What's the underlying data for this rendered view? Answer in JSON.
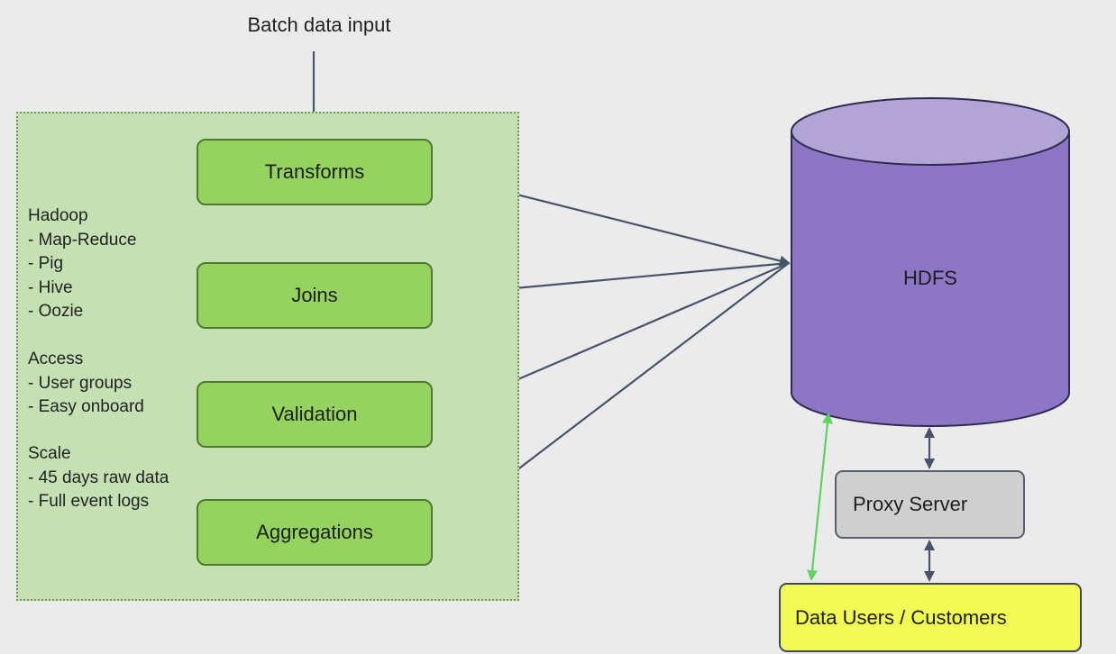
{
  "title": "Batch data input",
  "processes": {
    "transforms": "Transforms",
    "joins": "Joins",
    "validation": "Validation",
    "aggregations": "Aggregations"
  },
  "notes": {
    "hadoop": [
      "Hadoop",
      "- Map-Reduce",
      "- Pig",
      "- Hive",
      "- Oozie"
    ],
    "access": [
      "Access",
      "- User groups",
      "- Easy onboard"
    ],
    "scale": [
      "Scale",
      "- 45 days raw data",
      "- Full event logs"
    ]
  },
  "storage": {
    "label": "HDFS"
  },
  "proxy": {
    "label": "Proxy Server"
  },
  "users": {
    "label": "Data Users / Customers"
  },
  "colors": {
    "group_fill": "#c5e0b3",
    "process_fill": "#95d35f",
    "hdfs_body": "#8e76c6",
    "hdfs_top": "#b3a4d6",
    "proxy_fill": "#cfcfcf",
    "users_fill": "#f2fb55",
    "arrow": "#46546a",
    "green_arrow": "#5fd35f"
  }
}
